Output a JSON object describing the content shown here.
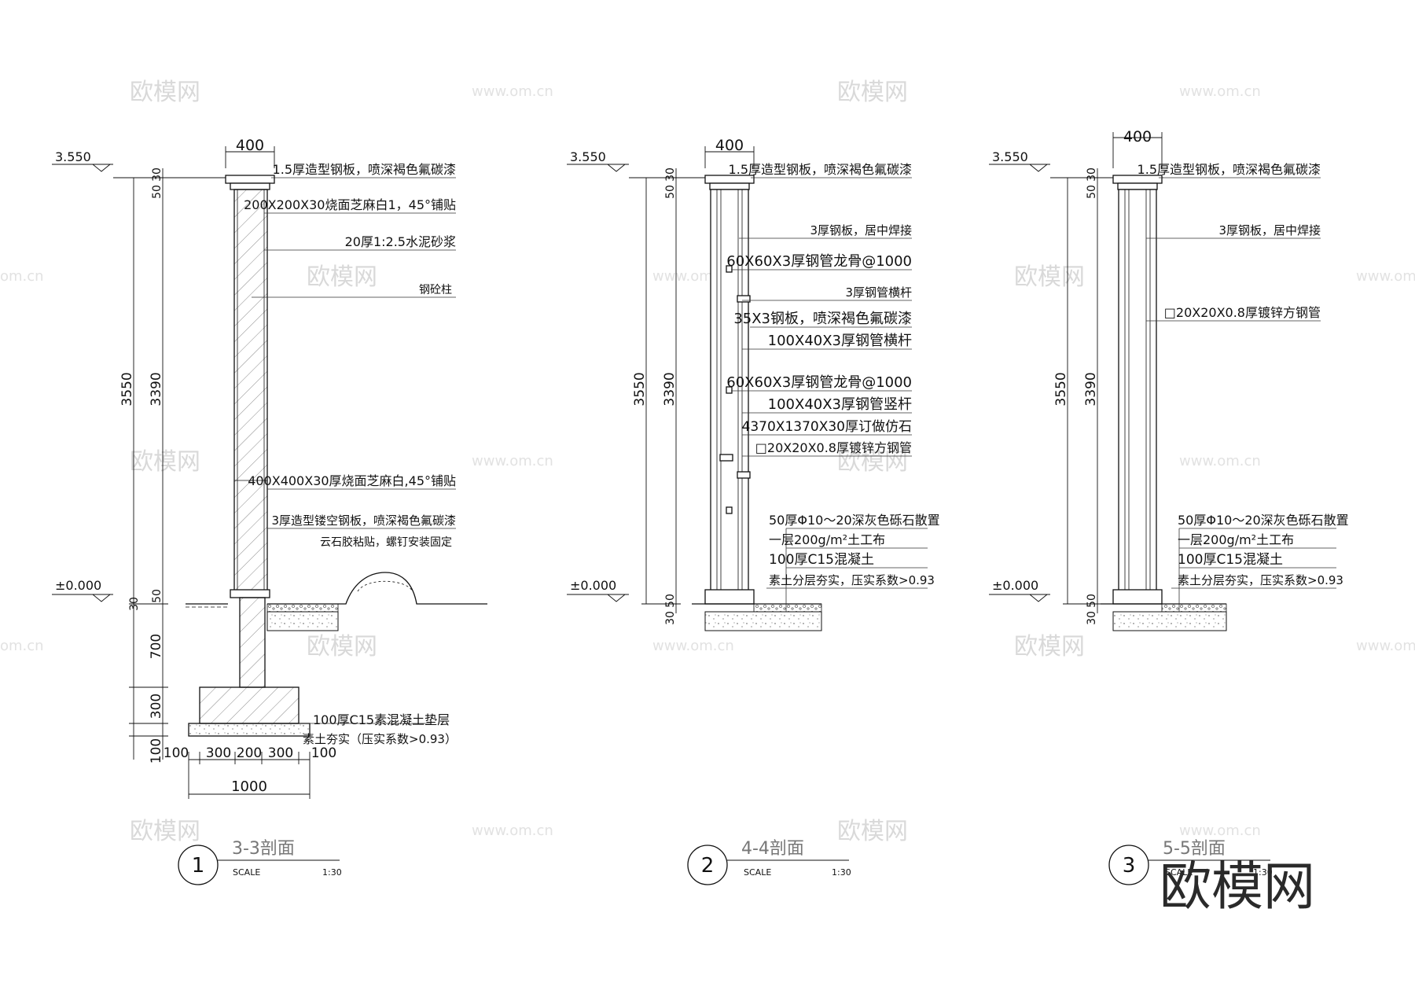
{
  "watermark": {
    "brand": "欧模网",
    "url": "www.om.cn",
    "url_partial": "om.cn",
    "big_brand": "欧模网"
  },
  "sections": [
    {
      "id": "3-3",
      "number": "1",
      "title": "3-3剖面",
      "scale_label": "SCALE",
      "scale_value": "1:30",
      "top_dim": "400",
      "elev_top": "3.550",
      "elev_zero": "±0.000",
      "dims_left_outer": [
        "3550",
        "700",
        "300",
        "100"
      ],
      "dims_left_inner": [
        "30",
        "50",
        "3390",
        "50",
        "30"
      ],
      "bottom_dims": [
        "100",
        "300",
        "200",
        "300",
        "100"
      ],
      "bottom_total": "1000",
      "notes": [
        "1.5厚造型钢板，喷深褐色氟碳漆",
        "200X200X30烧面芝麻白1，45°铺贴",
        "20厚1:2.5水泥砂浆",
        "钢砼柱",
        "400X400X30厚烧面芝麻白,45°铺贴",
        "3厚造型镂空钢板，喷深褐色氟碳漆",
        "云石胶粘贴，螺钉安装固定",
        "100厚C15素混凝土垫层",
        "素土夯实（压实系数>0.93）"
      ]
    },
    {
      "id": "4-4",
      "number": "2",
      "title": "4-4剖面",
      "scale_label": "SCALE",
      "scale_value": "1:30",
      "top_dim": "400",
      "elev_top": "3.550",
      "elev_zero": "±0.000",
      "dims_left_outer": [
        "3550"
      ],
      "dims_left_inner": [
        "30",
        "50",
        "3390",
        "50",
        "30"
      ],
      "notes": [
        "1.5厚造型钢板，喷深褐色氟碳漆",
        "3厚钢板，居中焊接",
        "60X60X3厚钢管龙骨@1000",
        "3厚钢管横杆",
        "35X3钢板，喷深褐色氟碳漆",
        "100X40X3厚钢管横杆",
        "60X60X3厚钢管龙骨@1000",
        "100X40X3厚钢管竖杆",
        "4370X1370X30厚订做仿石",
        "□20X20X0.8厚镀锌方钢管",
        "50厚Φ10～20深灰色砾石散置",
        "一层200g/m²土工布",
        "100厚C15混凝土",
        "素土分层夯实，压实系数>0.93"
      ]
    },
    {
      "id": "5-5",
      "number": "3",
      "title": "5-5剖面",
      "scale_label": "SCALE",
      "scale_value": "1:30",
      "top_dim": "400",
      "elev_top": "3.550",
      "elev_zero": "±0.000",
      "dims_left_outer": [
        "3550"
      ],
      "dims_left_inner": [
        "30",
        "50",
        "3390",
        "50",
        "30"
      ],
      "notes": [
        "1.5厚造型钢板，喷深褐色氟碳漆",
        "3厚钢板，居中焊接",
        "□20X20X0.8厚镀锌方钢管",
        "50厚Φ10～20深灰色砾石散置",
        "一层200g/m²土工布",
        "100厚C15混凝土",
        "素土分层夯实，压实系数>0.93"
      ]
    }
  ]
}
